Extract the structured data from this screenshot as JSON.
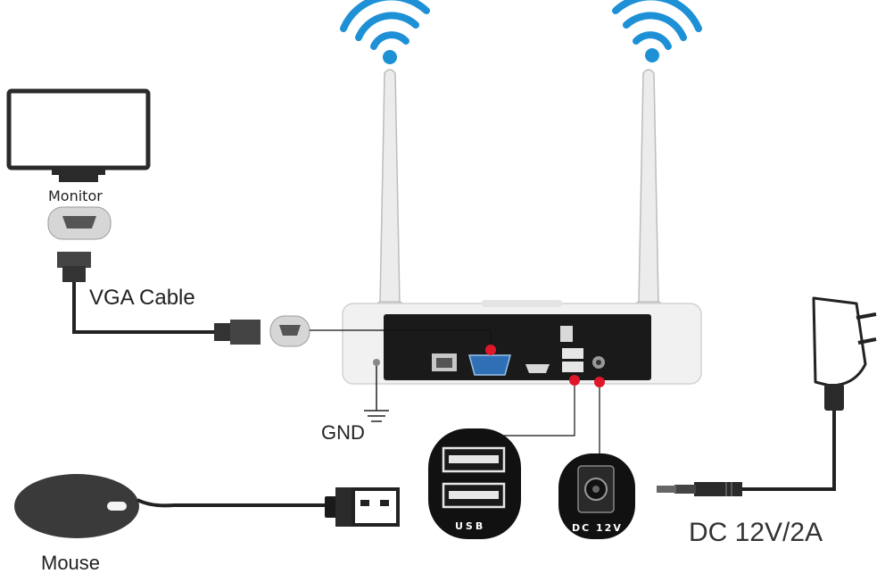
{
  "labels": {
    "monitor": "Monitor",
    "vga_cable": "VGA Cable",
    "gnd": "GND",
    "mouse": "Mouse",
    "dc_power": "DC 12V/2A",
    "usb_port": "USB",
    "dc_port": "DC 12V"
  },
  "colors": {
    "wifi_signal": "#1e90d6",
    "connection_dot": "#e0162b",
    "device_body": "#f1f1f1",
    "device_panel": "#1a1a1a",
    "cable": "#222222"
  },
  "icons": {
    "wifi": "wifi-signal-icon",
    "ground": "ground-symbol-icon"
  }
}
